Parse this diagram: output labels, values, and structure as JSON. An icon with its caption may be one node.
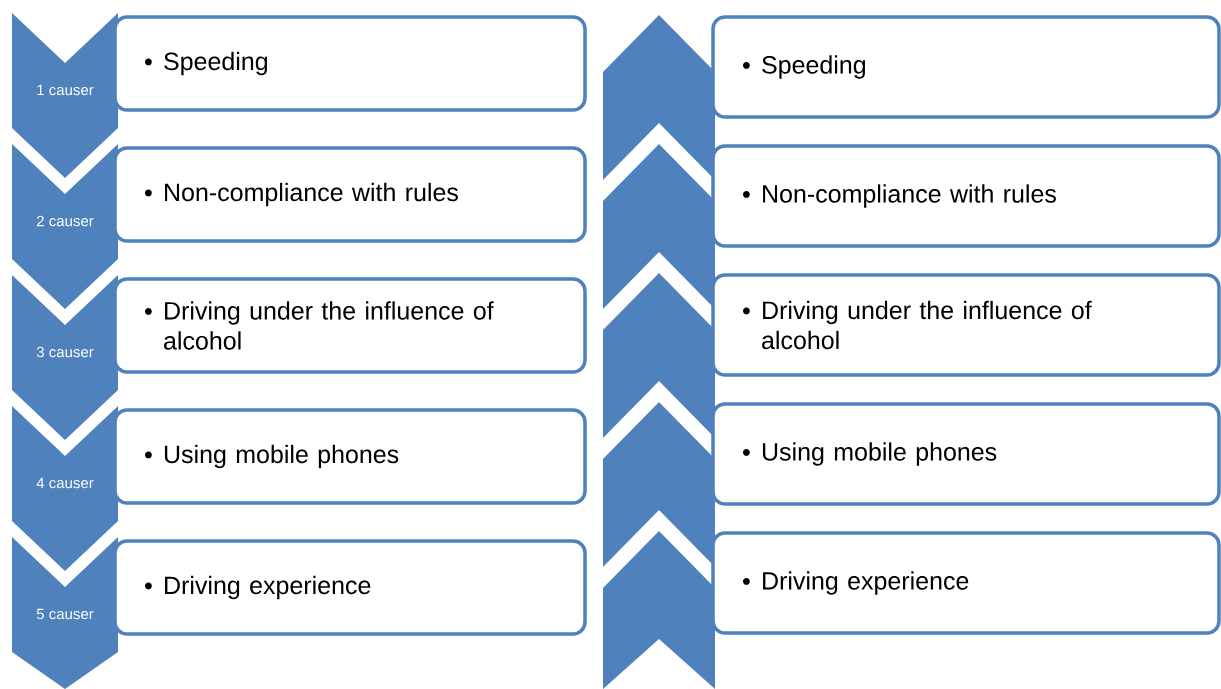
{
  "diagram": {
    "nodes": [
      {
        "text": [
          "1 causer"
        ]
      },
      {
        "text": [
          "Speeding"
        ]
      },
      {
        "text": [
          "2 causer"
        ]
      },
      {
        "text": [
          "Non-compliance with rules"
        ]
      },
      {
        "text": [
          "3 causer"
        ]
      },
      {
        "text": [
          "Driving under the influence of alcohol"
        ]
      },
      {
        "text": [
          "4 causer"
        ]
      },
      {
        "text": [
          "Using mobile phones"
        ]
      },
      {
        "text": [
          "5 causer"
        ]
      },
      {
        "text": [
          "Driving experience"
        ]
      },
      {
        "text": [],
        "shape": "chevron"
      },
      {
        "text": [
          "Speeding"
        ]
      },
      {
        "text": [],
        "shape": "chevron"
      },
      {
        "text": [
          "Non-compliance with rules"
        ]
      },
      {
        "text": [],
        "shape": "chevron"
      },
      {
        "text": [
          "Driving under the influence of alcohol"
        ]
      },
      {
        "text": [],
        "shape": "chevron"
      },
      {
        "text": [
          "Using mobile phones"
        ]
      },
      {
        "text": [],
        "shape": "chevron"
      },
      {
        "text": [
          "Driving experience"
        ]
      }
    ]
  }
}
